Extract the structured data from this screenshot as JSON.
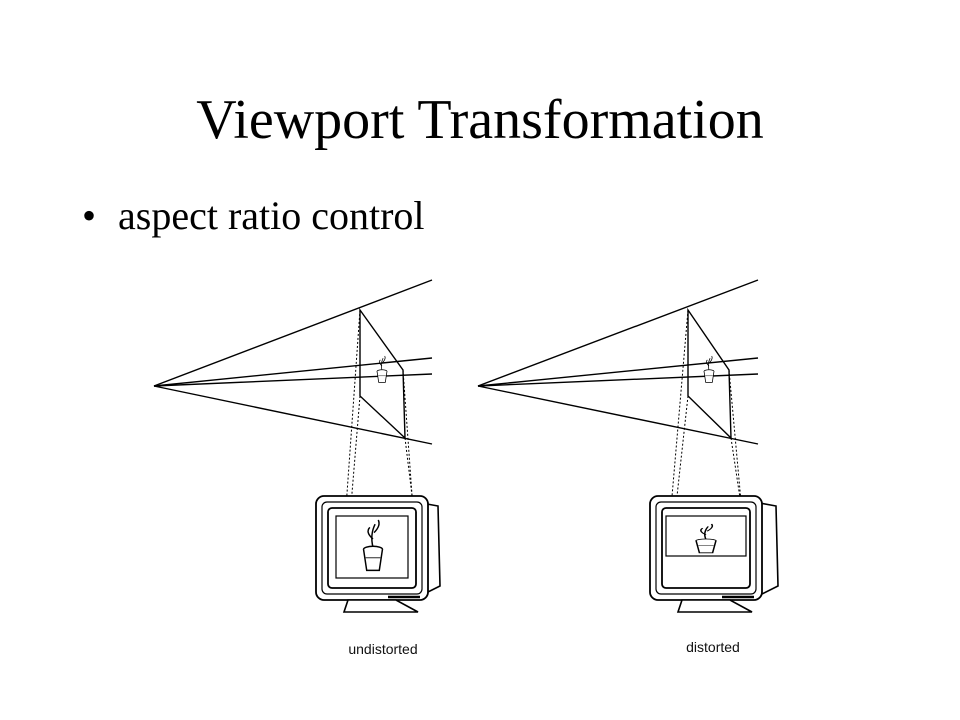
{
  "slide": {
    "title": "Viewport Transformation",
    "bullets": [
      "aspect ratio control"
    ]
  },
  "figure": {
    "panels": [
      {
        "caption": "undistorted"
      },
      {
        "caption": "distorted"
      }
    ]
  }
}
